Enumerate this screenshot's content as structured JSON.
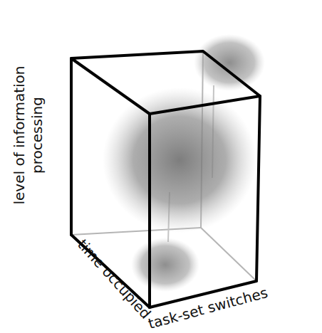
{
  "diagram": {
    "labels": [
      "level of information processing",
      "time occupied",
      "task-set switches"
    ]
  }
}
